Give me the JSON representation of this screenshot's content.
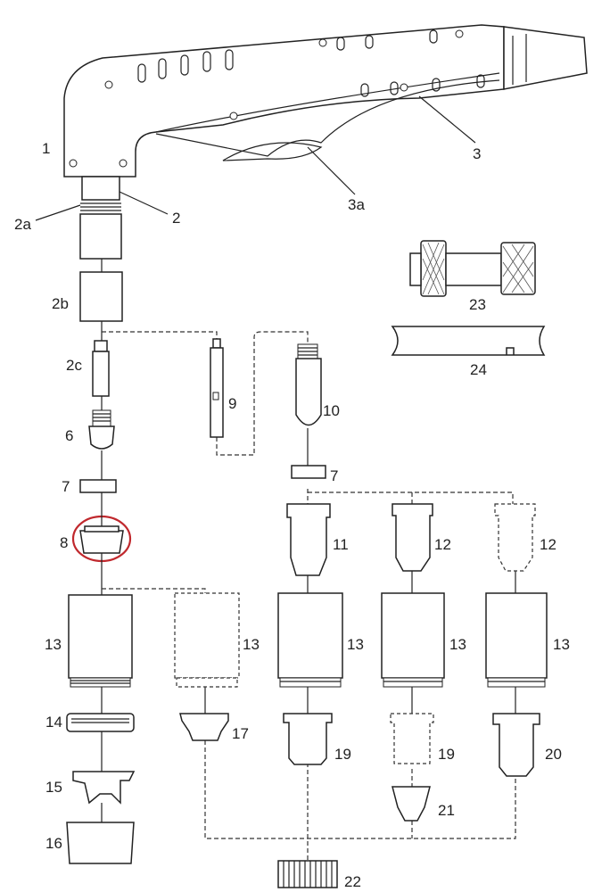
{
  "diagram": {
    "highlight_color": "#c0282d",
    "highlighted_part": "8",
    "labels": {
      "p1": "1",
      "p2a": "2a",
      "p2": "2",
      "p3": "3",
      "p3a": "3a",
      "p2b": "2b",
      "p23": "23",
      "p24": "24",
      "p2c": "2c",
      "p9": "9",
      "p10": "10",
      "p6": "6",
      "p7a": "7",
      "p7b": "7",
      "p8": "8",
      "p11": "11",
      "p12a": "12",
      "p12b": "12",
      "p13a": "13",
      "p13b": "13",
      "p13c": "13",
      "p13d": "13",
      "p13e": "13",
      "p14": "14",
      "p17": "17",
      "p19a": "19",
      "p19b": "19",
      "p20": "20",
      "p15": "15",
      "p21": "21",
      "p16": "16",
      "p22": "22"
    }
  }
}
